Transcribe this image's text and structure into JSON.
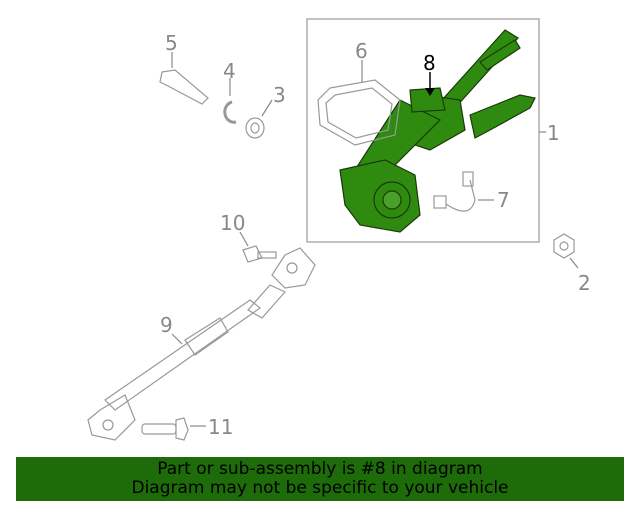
{
  "callouts": {
    "n1": "1",
    "n2": "2",
    "n3": "3",
    "n4": "4",
    "n5": "5",
    "n6": "6",
    "n7": "7",
    "n8": "8",
    "n9": "9",
    "n10": "10",
    "n11": "11"
  },
  "banner": {
    "line1": "Part or sub-assembly is #8 in diagram",
    "line2": "Diagram may not be specific to your vehicle"
  },
  "colors": {
    "highlight": "#2e8b0f",
    "banner": "#1e6b0a",
    "line": "#888888"
  }
}
